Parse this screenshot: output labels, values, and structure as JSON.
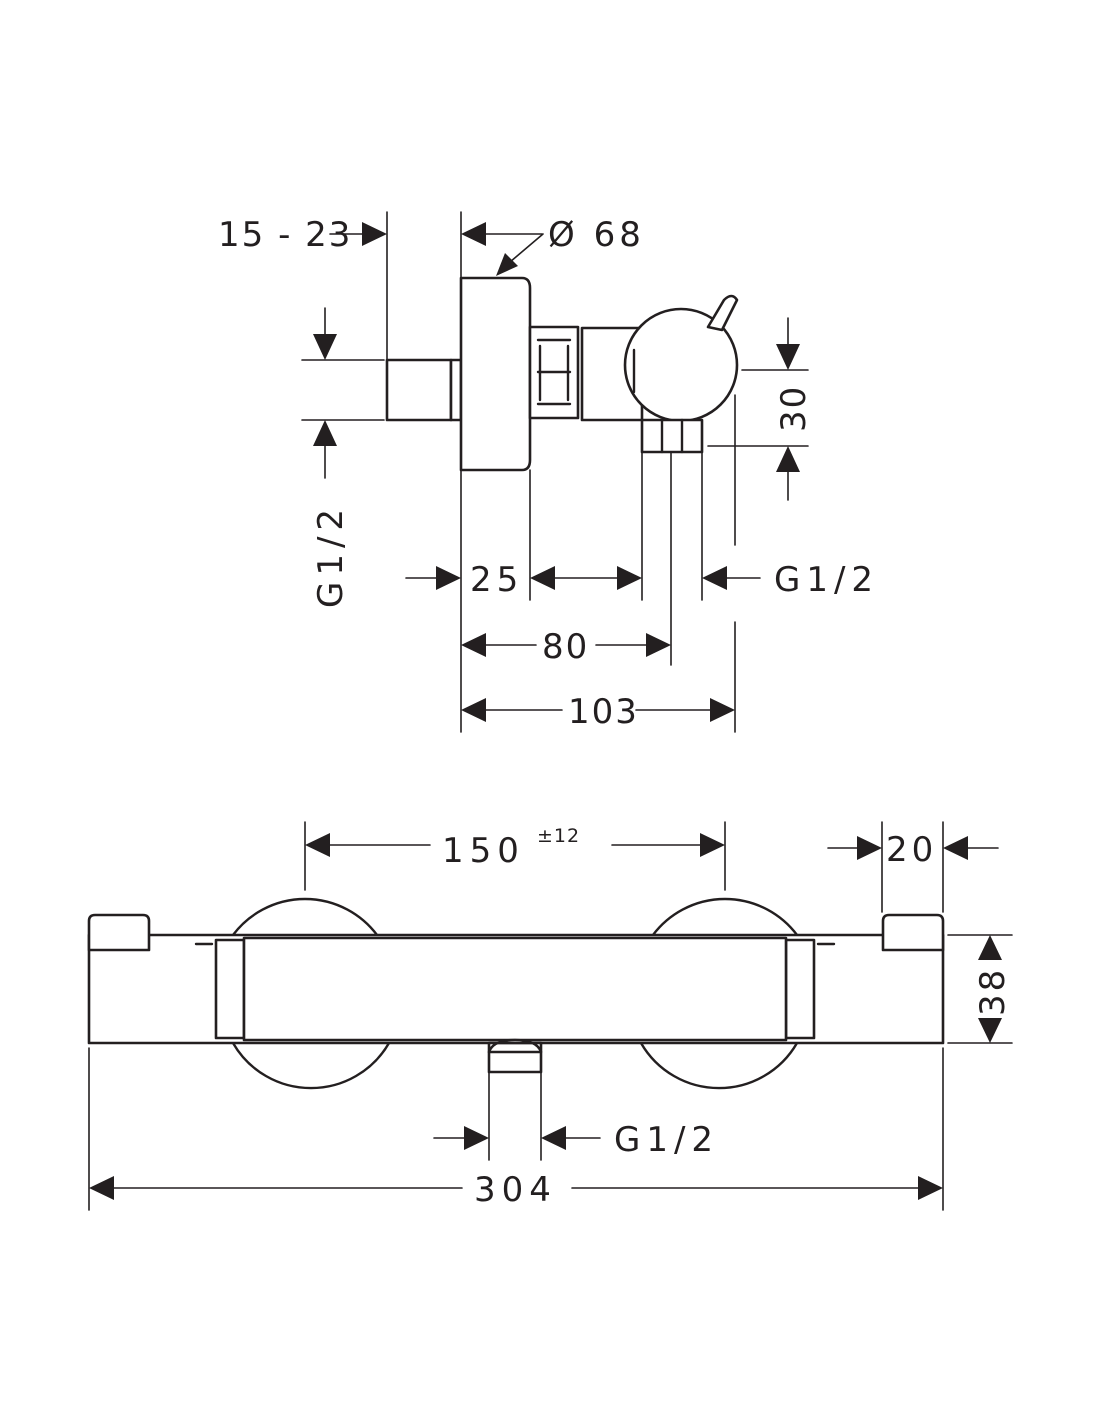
{
  "side_view": {
    "dim_offset": "15 - 23",
    "dim_diameter": "Ø 68",
    "dim_height": "30",
    "dim_inlet_thread": "G1/2",
    "dim_depth_25": "25",
    "dim_outlet_thread": "G1/2",
    "dim_depth_80": "80",
    "dim_depth_103": "103"
  },
  "front_view": {
    "dim_centres": "150",
    "dim_centres_tolerance": "±12",
    "dim_end_20": "20",
    "dim_body_height": "38",
    "dim_outlet_thread": "G1/2",
    "dim_total_width": "304"
  },
  "colors": {
    "line": "#231f20",
    "paper": "#ffffff"
  }
}
